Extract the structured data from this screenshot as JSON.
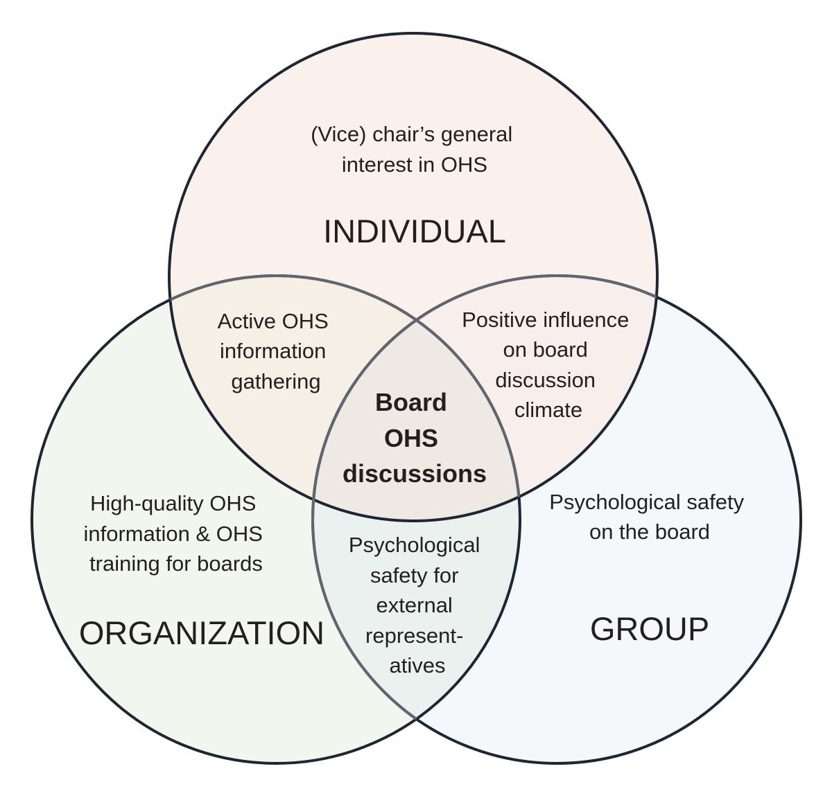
{
  "colors": {
    "individual_fill": "#fbf1ec",
    "organization_fill": "#f2f6ee",
    "group_fill": "#f4f8fb",
    "outline": "#1c2733"
  },
  "circles": {
    "individual": {
      "title": "INDIVIDUAL",
      "text": [
        "(Vice) chair’s general",
        "interest in OHS"
      ]
    },
    "organization": {
      "title": "ORGANIZATION",
      "text": [
        "High-quality OHS",
        "information & OHS",
        "training for boards"
      ]
    },
    "group": {
      "title": "GROUP",
      "text": [
        "Psychological safety",
        "on the board"
      ]
    }
  },
  "overlaps": {
    "individual_organization": [
      "Active OHS",
      "information",
      "gathering"
    ],
    "individual_group": [
      "Positive influence",
      "on board",
      "discussion",
      "climate"
    ],
    "organization_group": [
      "Psychological",
      "safety for",
      "external",
      "represent-",
      "atives"
    ]
  },
  "center": [
    "Board",
    "OHS",
    "discussions"
  ]
}
